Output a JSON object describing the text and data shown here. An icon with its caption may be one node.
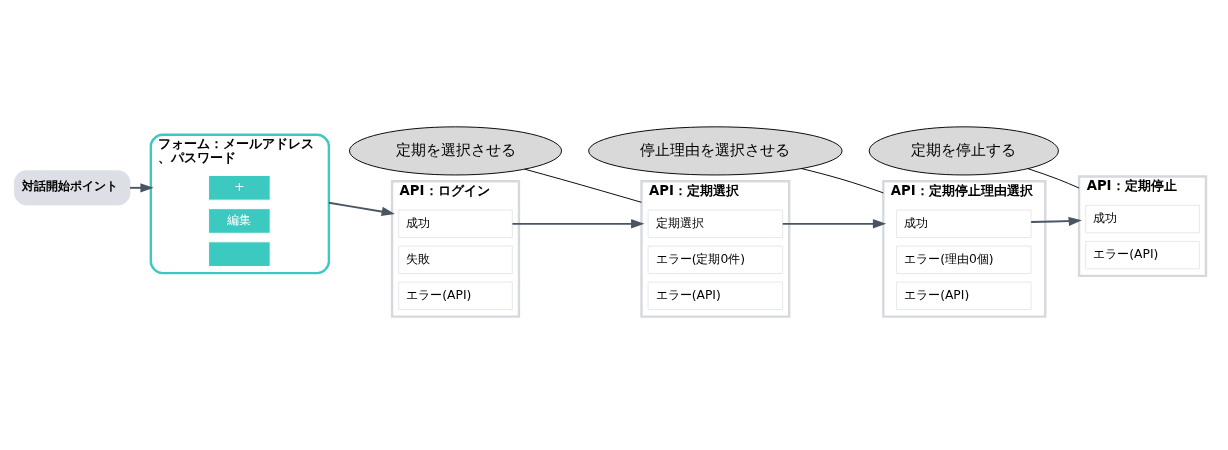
{
  "diagram": {
    "nodes": [
      {
        "text": [
          "対話開始ポイント"
        ]
      },
      {
        "text": [
          "フォーム：メールアドレス、パスワード"
        ]
      },
      {
        "text": [
          "+"
        ],
        "in": 1
      },
      {
        "text": [
          "編集"
        ],
        "in": 1
      },
      {
        "text": [],
        "shape": "box",
        "in": 1
      },
      {
        "text": [
          "API：ログイン"
        ]
      },
      {
        "text": [
          "成功"
        ],
        "in": 5
      },
      {
        "text": [
          "失敗"
        ],
        "in": 5
      },
      {
        "text": [
          "エラー(API)"
        ],
        "in": 5
      },
      {
        "text": [
          "定期を選択させる"
        ]
      },
      {
        "text": [
          "API：定期選択"
        ]
      },
      {
        "text": [
          "定期選択"
        ],
        "in": 10
      },
      {
        "text": [
          "エラー(定期0件)"
        ],
        "in": 10
      },
      {
        "text": [
          "エラー(API)"
        ],
        "in": 10
      },
      {
        "text": [
          "停止理由を選択させる"
        ]
      },
      {
        "text": [
          "API：定期停止理由選択"
        ]
      },
      {
        "text": [
          "成功"
        ],
        "in": 15
      },
      {
        "text": [
          "エラー(理由0個)"
        ],
        "in": 15
      },
      {
        "text": [
          "エラー(API)"
        ],
        "in": 15
      },
      {
        "text": [
          "定期を停止する"
        ]
      },
      {
        "text": [
          "API：定期停止"
        ]
      },
      {
        "text": [
          "成功"
        ],
        "in": 20
      },
      {
        "text": [
          "エラー(API)"
        ],
        "in": 20
      }
    ],
    "edges": [
      {
        "from": 0,
        "to": 1,
        "arrow": "to"
      },
      {
        "from": 1,
        "to": 5,
        "arrow": "to"
      },
      {
        "from": 6,
        "to": 10,
        "arrow": "to"
      },
      {
        "from": 9,
        "to": 10,
        "arrow": "none",
        "color": "#000000"
      },
      {
        "from": 11,
        "to": 15,
        "arrow": "to"
      },
      {
        "from": 14,
        "to": 15,
        "arrow": "none",
        "color": "#000000"
      },
      {
        "from": 16,
        "to": 20,
        "arrow": "to"
      },
      {
        "from": 19,
        "to": 20,
        "arrow": "none",
        "color": "#000000"
      }
    ]
  }
}
